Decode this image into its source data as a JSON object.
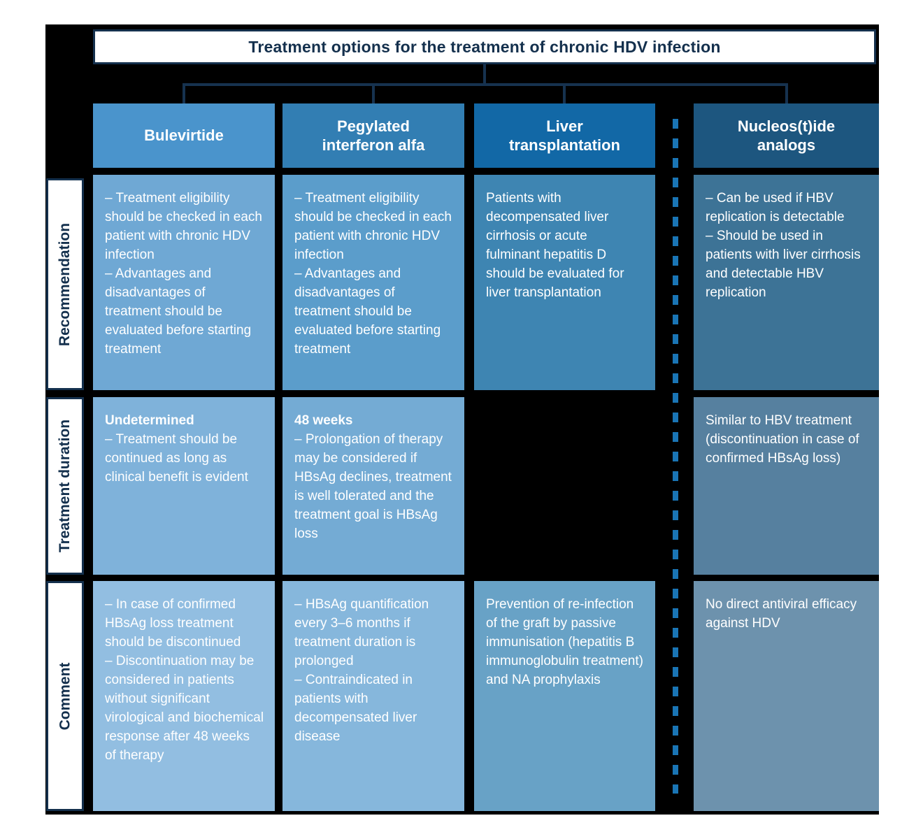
{
  "title": "Treatment options for the treatment of chronic HDV infection",
  "rows": [
    {
      "label": "Recommendation"
    },
    {
      "label": "Treatment duration"
    },
    {
      "label": "Comment"
    }
  ],
  "columns": [
    {
      "header": "Bulevirtide",
      "header_color": "#4a94cc",
      "cells": [
        {
          "color": "#6fa8d4",
          "text": "– Treatment eligibility should be checked in each patient with chronic HDV infection\n– Advantages and disadvantages of treatment should be evaluated before starting treatment"
        },
        {
          "color": "#7fb2da",
          "lead": "Undetermined",
          "text": "– Treatment should be continued as long as clinical benefit is evident"
        },
        {
          "color": "#92bee1",
          "text": "– In case of confirmed HBsAg loss treatment should be discontinued\n– Discontinuation may be considered in patients without significant virological and biochemical response after 48 weeks of therapy"
        }
      ]
    },
    {
      "header": "Pegylated\ninterferon alfa",
      "header_color": "#327eb3",
      "cells": [
        {
          "color": "#5b9dcb",
          "text": "– Treatment eligibility should be checked in each patient with chronic HDV infection\n– Advantages and disadvantages of treatment should be evaluated before starting treatment"
        },
        {
          "color": "#74abd4",
          "lead": "48 weeks",
          "text": "– Prolongation of therapy may be considered if HBsAg declines, treatment is well tolerated and the treatment goal is HBsAg loss"
        },
        {
          "color": "#86b7dc",
          "text": "– HBsAg quantification every 3–6 months if treatment duration is prolonged\n– Contraindicated in patients with decompensated liver disease"
        }
      ]
    },
    {
      "header": "Liver\ntransplantation",
      "header_color": "#1268a6",
      "cells": [
        {
          "color": "#3e85b2",
          "text": "Patients with decompensated liver cirrhosis or acute fulminant hepatitis D should be evaluated for liver transplantation"
        },
        null,
        {
          "color": "#68a2c6",
          "text": "Prevention of re-infection of the graft by passive immunisation (hepatitis B immunoglobulin treatment) and NA prophylaxis"
        }
      ]
    },
    {
      "header": "Nucleos(t)ide\nanalogs",
      "header_color": "#1d567f",
      "cells": [
        {
          "color": "#3d7396",
          "text": "– Can be used if HBV replication is detectable\n– Should be used in patients with liver cirrhosis and detectable HBV replication"
        },
        {
          "color": "#56809f",
          "text": "Similar to HBV treatment (discontinuation in case of confirmed HBsAg loss)"
        },
        {
          "color": "#6d92ad",
          "text": "No direct antiviral efficacy against HDV"
        }
      ]
    }
  ],
  "colors": {
    "canvas": "#000000",
    "connector_line": "#16324f",
    "dashed_divider": "#1a75b5",
    "title_text": "#14304d",
    "cell_text": "#ffffff"
  }
}
